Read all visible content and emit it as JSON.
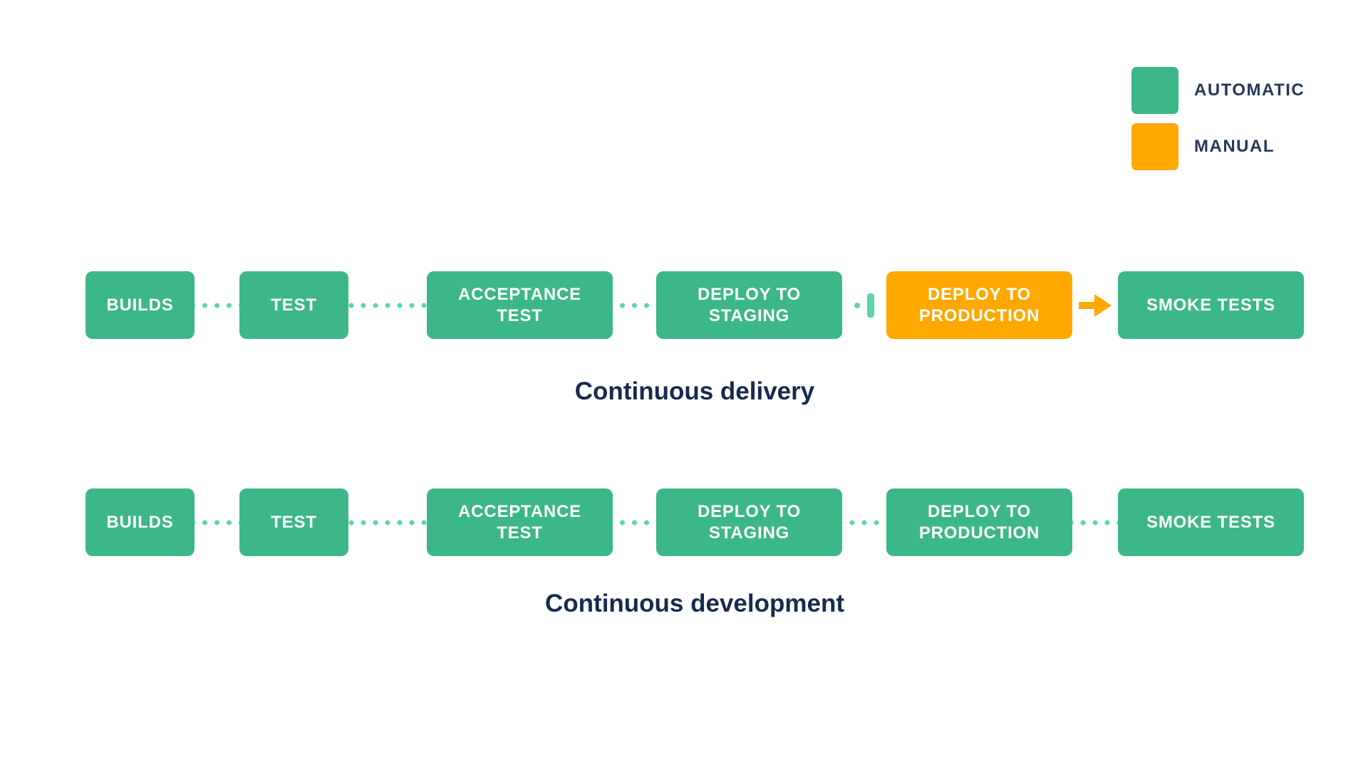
{
  "legend": {
    "items": [
      {
        "label": "AUTOMATIC",
        "color": "#3CB788"
      },
      {
        "label": "MANUAL",
        "color": "#FFA800"
      }
    ]
  },
  "pipelines": [
    {
      "caption": "Continuous delivery",
      "steps": [
        {
          "label": "BUILDS",
          "type": "automatic"
        },
        {
          "label": "TEST",
          "type": "automatic"
        },
        {
          "label": "ACCEPTANCE TEST",
          "type": "automatic"
        },
        {
          "label": "DEPLOY TO STAGING",
          "type": "automatic"
        },
        {
          "label": "DEPLOY TO PRODUCTION",
          "type": "manual"
        },
        {
          "label": "SMOKE TESTS",
          "type": "automatic"
        }
      ],
      "connectors": [
        "dots",
        "dots",
        "dots",
        "pause-marker",
        "manual-arrow"
      ]
    },
    {
      "caption": "Continuous development",
      "steps": [
        {
          "label": "BUILDS",
          "type": "automatic"
        },
        {
          "label": "TEST",
          "type": "automatic"
        },
        {
          "label": "ACCEPTANCE TEST",
          "type": "automatic"
        },
        {
          "label": "DEPLOY TO STAGING",
          "type": "automatic"
        },
        {
          "label": "DEPLOY TO PRODUCTION",
          "type": "automatic"
        },
        {
          "label": "SMOKE TESTS",
          "type": "automatic"
        }
      ],
      "connectors": [
        "dots",
        "dots",
        "dots",
        "dots",
        "dots"
      ]
    }
  ],
  "colors": {
    "automatic": "#3CB788",
    "manual": "#FFA800",
    "connector_dot": "#5CD6A4",
    "caption_text": "#172B4D",
    "legend_text": "#253858",
    "step_text": "#FFFFFF",
    "background": "#FFFFFF"
  }
}
